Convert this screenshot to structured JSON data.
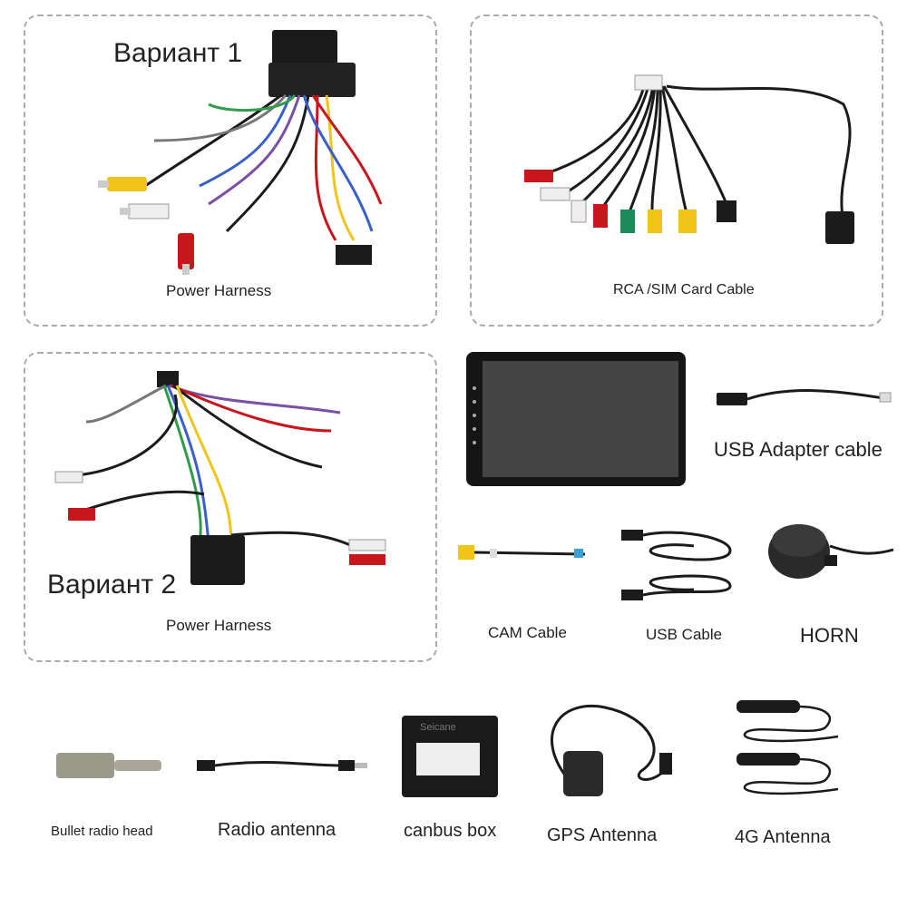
{
  "variant_1": {
    "label": "Вариант 1",
    "caption": "Power Harness"
  },
  "rca_sim": {
    "caption": "RCA /SIM Card Cable"
  },
  "variant_2": {
    "label": "Вариант 2",
    "caption": "Power Harness"
  },
  "usb_adapter": {
    "caption": "USB Adapter cable"
  },
  "cam_cable": {
    "caption": "CAM Cable"
  },
  "usb_cable": {
    "caption": "USB Cable"
  },
  "horn": {
    "caption": "HORN"
  },
  "bullet_radio_head": {
    "caption": "Bullet radio head"
  },
  "radio_antenna": {
    "caption": "Radio antenna"
  },
  "canbus_box": {
    "caption": "canbus box",
    "brand_text": "Seicane"
  },
  "gps_antenna": {
    "caption": "GPS Antenna"
  },
  "antenna_4g": {
    "caption": "4G Antenna"
  },
  "colors": {
    "rca_red": "#c8161d",
    "rca_white": "#eeeeee",
    "rca_yellow": "#f0c419",
    "rca_green": "#1d8a5a",
    "cable_black": "#1b1b1b",
    "panel_border": "#aaaaaa"
  }
}
